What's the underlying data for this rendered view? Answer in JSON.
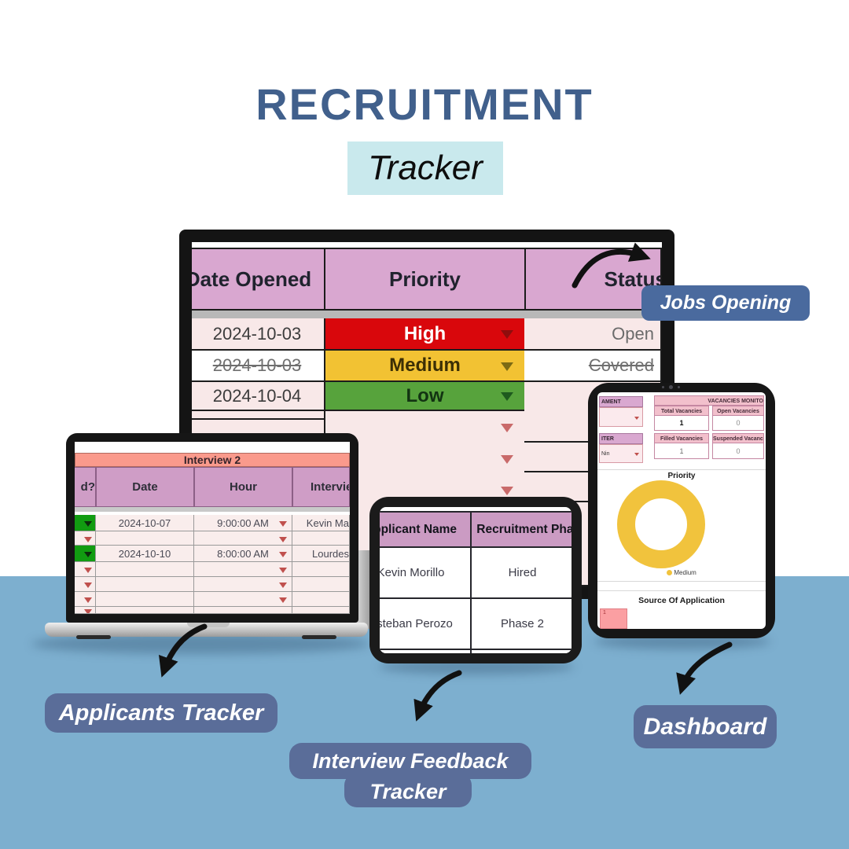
{
  "title": {
    "line1": "RECRUITMENT",
    "line2": "Tracker"
  },
  "badges": {
    "jobs": "Jobs Opening",
    "applicants": "Applicants Tracker",
    "feedback_line1": "Interview Feedback",
    "feedback_line2": "Tracker",
    "dashboard": "Dashboard"
  },
  "jobs_table": {
    "headers": [
      "Date Opened",
      "Priority",
      "Status"
    ],
    "rows": [
      {
        "date": "2024-10-03",
        "priority": "High",
        "status": "Open"
      },
      {
        "date": "2024-10-03",
        "priority": "Medium",
        "status": "Covered"
      },
      {
        "date": "2024-10-04",
        "priority": "Low",
        "status": ""
      }
    ],
    "priority_colors": {
      "High": "#d9070c",
      "Medium": "#f2c233",
      "Low": "#57a33c"
    }
  },
  "interview_table": {
    "banner": "Interview 2",
    "headers": [
      "d?",
      "Date",
      "Hour",
      "Interviewer"
    ],
    "rows": [
      {
        "date": "2024-10-07",
        "hour": "9:00:00 AM",
        "interviewer": "Kevin Ma"
      },
      {
        "date": "",
        "hour": "",
        "interviewer": ""
      },
      {
        "date": "2024-10-10",
        "hour": "8:00:00 AM",
        "interviewer": "Lourdes"
      }
    ]
  },
  "feedback_table": {
    "headers": [
      "Applicant Name",
      "Recruitment Phase"
    ],
    "rows": [
      {
        "name": "Kevin Morillo",
        "phase": "Hired"
      },
      {
        "name": "Esteban Perozo",
        "phase": "Phase 2"
      }
    ]
  },
  "dashboard": {
    "department_header": "AMENT",
    "recruiter_header": "ITER",
    "recruiter_value": "Nin",
    "vacancies_title": "VACANCIES MONITOR",
    "cards": [
      {
        "label": "Total Vacancies",
        "value": "1"
      },
      {
        "label": "Open Vacancies",
        "value": "0"
      },
      {
        "label": "Filled Vacancies",
        "value": "1"
      },
      {
        "label": "Suspended Vacancies",
        "value": "0"
      }
    ],
    "priority_title": "Priority",
    "legend_label": "Medium",
    "source_title": "Source Of Application",
    "bar_label": "1"
  },
  "chart_data": [
    {
      "type": "pie",
      "title": "Priority",
      "labels": [
        "Medium"
      ],
      "values": [
        1
      ],
      "colors": [
        "#f1c33d"
      ],
      "donut": true,
      "legend_position": "bottom"
    },
    {
      "type": "bar",
      "title": "Source Of Application",
      "categories": [
        "1"
      ],
      "values": [
        1
      ],
      "orientation": "horizontal",
      "color": "#fb9fa2"
    }
  ],
  "colors": {
    "background_band": "#7dafcf",
    "title_blue": "#41608c",
    "highlight_cyan": "#c9e9ed",
    "badge_blue": "#5a6d99",
    "header_mauve": "#d9a7d0",
    "salmon": "#fa9a8c",
    "row_pink": "#f8e8e8",
    "high_red": "#d9070c",
    "medium_yellow": "#f2c233",
    "low_green": "#57a33c"
  }
}
